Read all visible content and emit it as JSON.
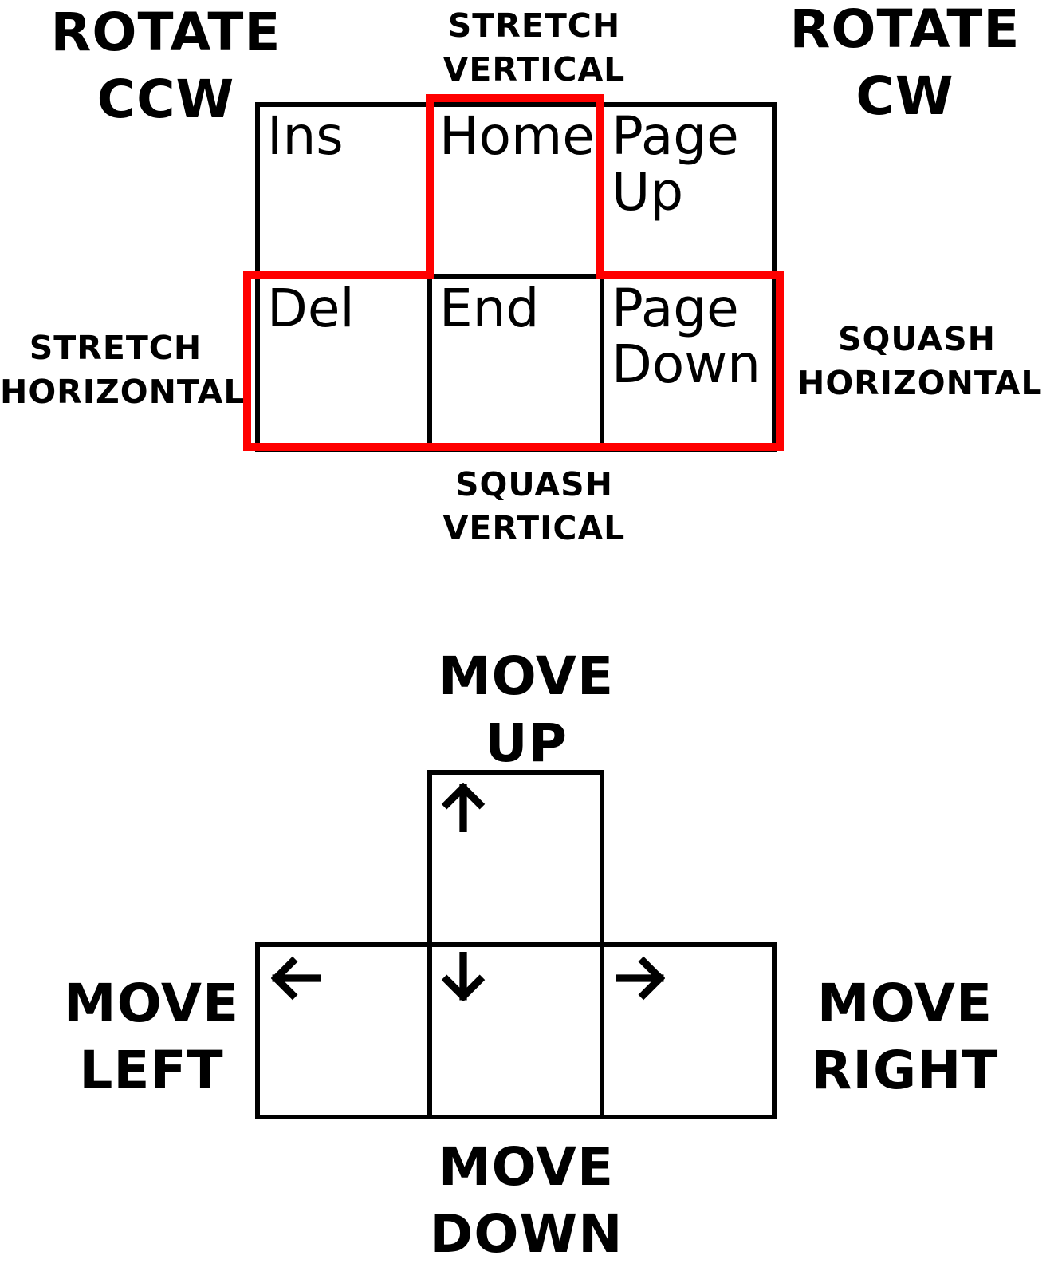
{
  "top_cluster": {
    "labels": {
      "rotate_ccw": [
        "ROTATE",
        "CCW"
      ],
      "rotate_cw": [
        "ROTATE",
        "CW"
      ],
      "stretch_vertical": [
        "STRETCH",
        "VERTICAL"
      ],
      "stretch_horizontal": [
        "STRETCH",
        "HORIZONTAL"
      ],
      "squash_horizontal": [
        "SQUASH",
        "HORIZONTAL"
      ],
      "squash_vertical": [
        "SQUASH",
        "VERTICAL"
      ]
    },
    "keys": {
      "ins": [
        "Ins"
      ],
      "home": [
        "Home"
      ],
      "page_up": [
        "Page",
        "Up"
      ],
      "del": [
        "Del"
      ],
      "end": [
        "End"
      ],
      "page_down": [
        "Page",
        "Down"
      ]
    }
  },
  "bottom_cluster": {
    "labels": {
      "move_up": [
        "MOVE",
        "UP"
      ],
      "move_left": [
        "MOVE",
        "LEFT"
      ],
      "move_right": [
        "MOVE",
        "RIGHT"
      ],
      "move_down": [
        "MOVE",
        "DOWN"
      ]
    },
    "keys": {
      "up": {
        "icon": "arrow-up-icon"
      },
      "left": {
        "icon": "arrow-left-icon"
      },
      "down": {
        "icon": "arrow-down-icon"
      },
      "right": {
        "icon": "arrow-right-icon"
      }
    }
  },
  "colors": {
    "highlight": "#ff0000",
    "key_border": "#000000",
    "text": "#000000",
    "background": "#ffffff"
  }
}
